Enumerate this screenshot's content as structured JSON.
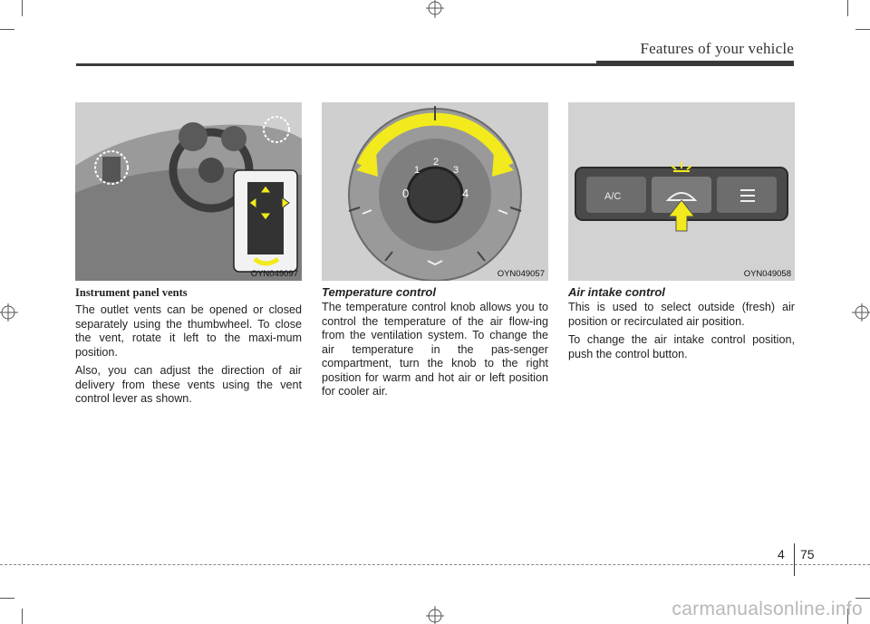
{
  "header": {
    "title": "Features of your vehicle"
  },
  "columns": [
    {
      "image_code": "OYN049097",
      "heading": "Instrument panel vents",
      "paragraphs": [
        "The outlet vents can be opened or closed separately using the thumbwheel. To close the vent, rotate it left to the maxi-mum position.",
        "Also, you can adjust the direction of air delivery from these vents using the vent control lever as shown."
      ]
    },
    {
      "image_code": "OYN049057",
      "heading": "Temperature control",
      "paragraphs": [
        "The temperature control knob allows you to control the temperature of the air flow-ing from the ventilation system. To change the air temperature in the pas-senger compartment, turn the knob to the right position for warm and hot air or left position for cooler air."
      ]
    },
    {
      "image_code": "OYN049058",
      "heading": "Air intake control",
      "paragraphs": [
        "This is used to select outside (fresh) air position or recirculated air position.",
        "To change the air intake control position, push the control button."
      ]
    }
  ],
  "knob_labels": [
    "0",
    "1",
    "2",
    "3",
    "4"
  ],
  "button_label_ac": "A/C",
  "footer": {
    "chapter": "4",
    "page": "75"
  },
  "watermark": "carmanualsonline.info",
  "colors": {
    "arrow_yellow": "#f2ea1c",
    "rule": "#3a3a3a"
  }
}
